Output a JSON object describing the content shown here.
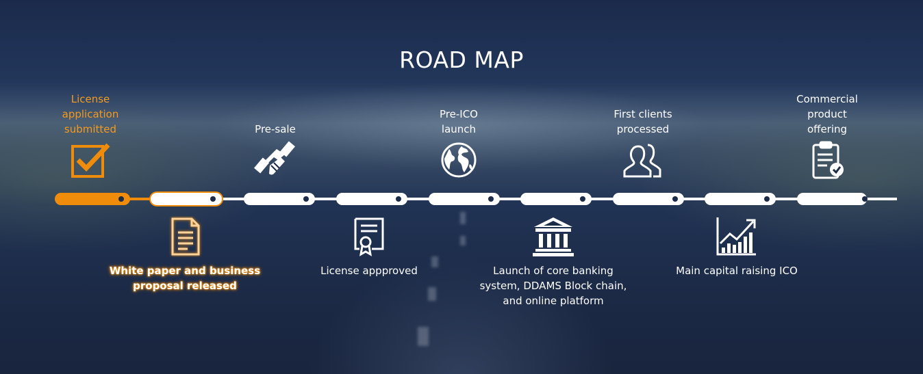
{
  "title": "ROAD MAP",
  "colors": {
    "accent": "#f08c0c",
    "text": "#ffffff",
    "background": "#1c2b48"
  },
  "milestones_top": [
    {
      "label": "License\napplication\nsubmitted",
      "icon": "checkbox-check-icon",
      "status": "completed"
    },
    {
      "label": "Pre-sale",
      "icon": "handshake-icon",
      "status": "upcoming"
    },
    {
      "label": "Pre-ICO\nlaunch",
      "icon": "globe-icon",
      "status": "upcoming"
    },
    {
      "label": "First clients\nprocessed",
      "icon": "users-icon",
      "status": "upcoming"
    },
    {
      "label": "Commercial\nproduct\noffering",
      "icon": "clipboard-check-icon",
      "status": "upcoming"
    }
  ],
  "milestones_bottom": [
    {
      "label": "White paper and business\nproposal released",
      "icon": "document-icon",
      "status": "current"
    },
    {
      "label": "License appproved",
      "icon": "certificate-icon",
      "status": "upcoming"
    },
    {
      "label": "Launch of core banking\nsystem, DDAMS Block chain,\nand online platform",
      "icon": "bank-icon",
      "status": "upcoming"
    },
    {
      "label": "Main capital raising ICO",
      "icon": "growth-chart-icon",
      "status": "upcoming"
    }
  ],
  "timeline": {
    "steps": 9,
    "completed_steps": 1,
    "current_step": 2
  }
}
